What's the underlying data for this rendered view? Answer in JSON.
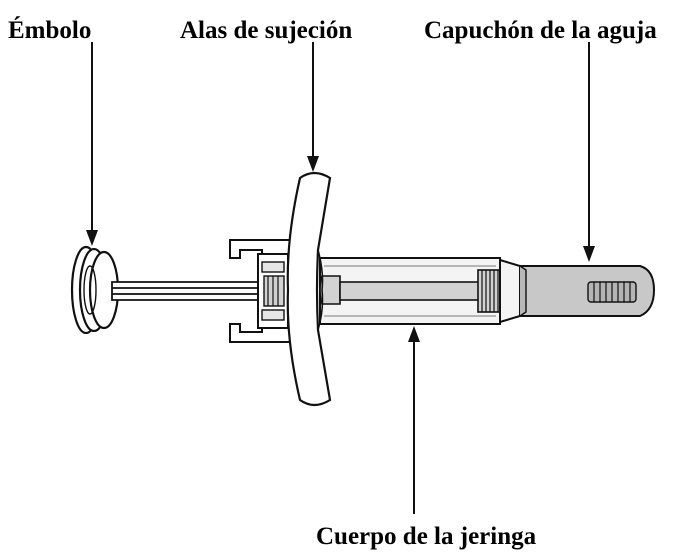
{
  "labels": {
    "plunger": "Émbolo",
    "finger_flange": "Alas de sujeción",
    "needle_cap": "Capuchón de la aguja",
    "syringe_body": "Cuerpo de la jeringa"
  },
  "colors": {
    "outline": "#111111",
    "barrel_fill": "#f4f4f4",
    "rod_fill": "#d2d2d2",
    "cap_fill": "#c8c8c8",
    "text": "#000000"
  }
}
